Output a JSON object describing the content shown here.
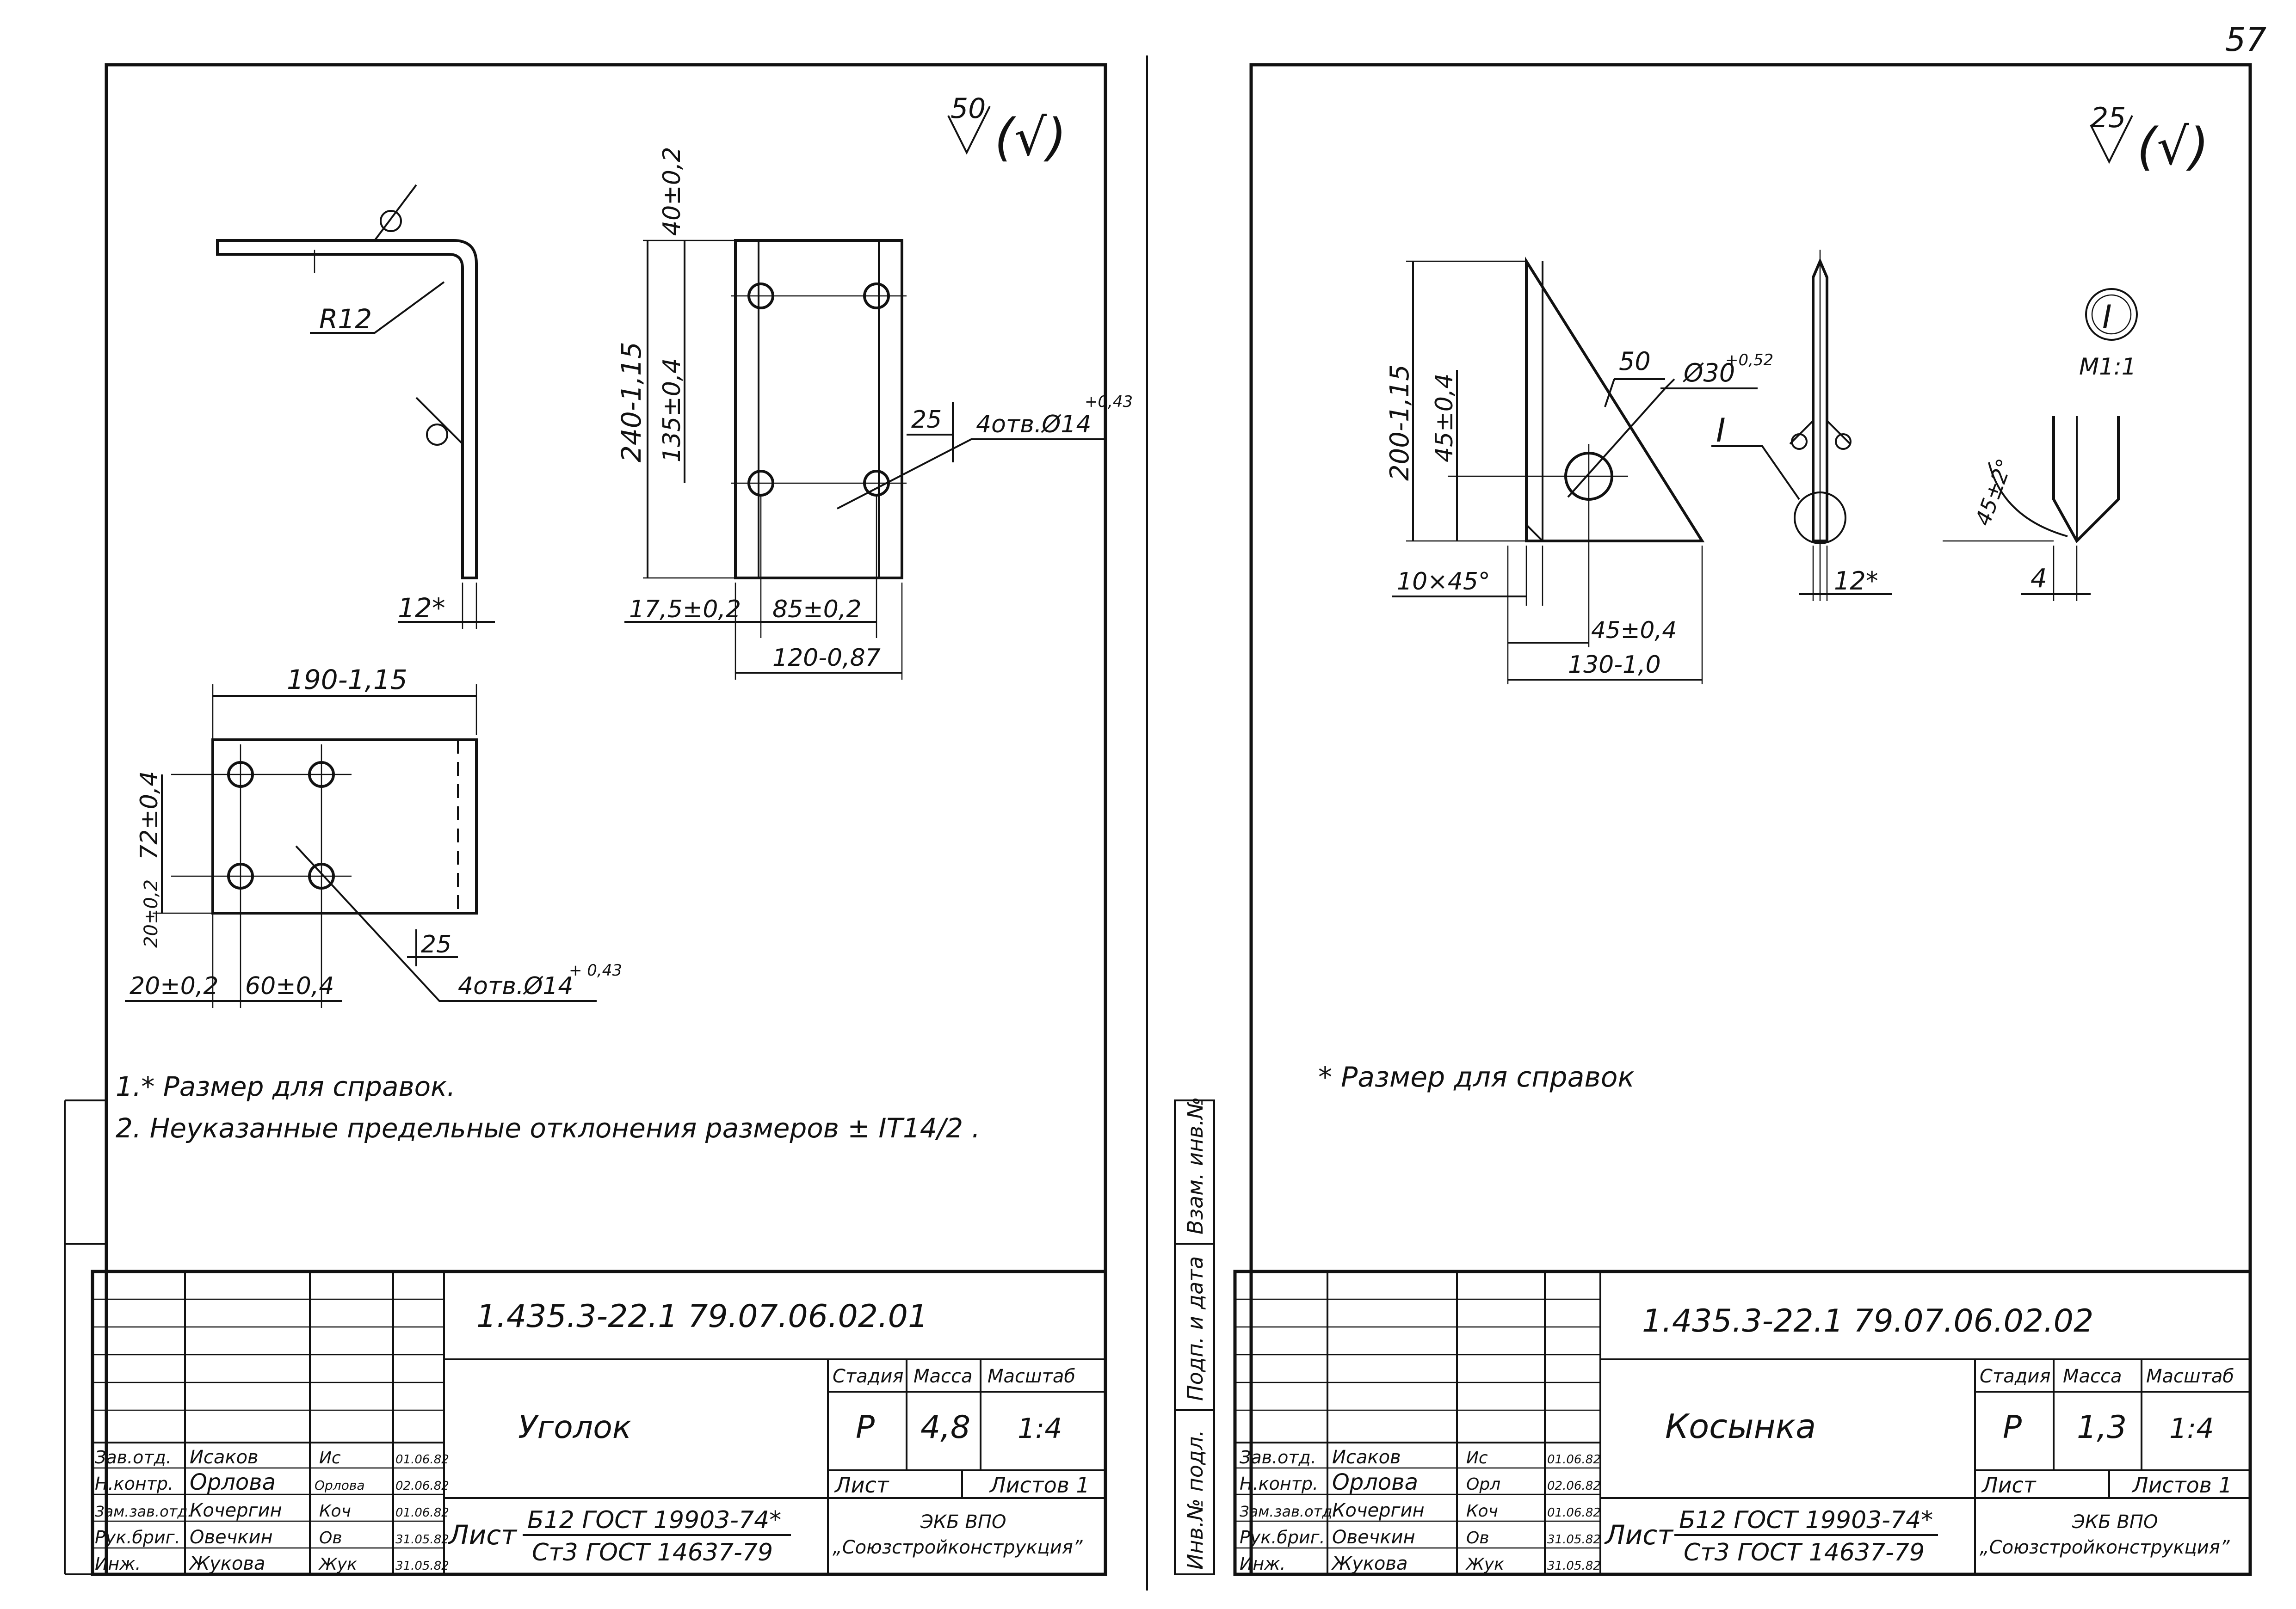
{
  "page_number": "57",
  "sheets": [
    {
      "roughness": "50",
      "roughness_symbol": "(√)",
      "dims": {
        "radius": "R12",
        "thickness": "12*",
        "height_total": "240-1,15",
        "top_offset": "40±0,2",
        "hole_pitch_v": "135±0,4",
        "left_offset": "17,5±0,2",
        "hole_pitch_h": "85±0,2",
        "width_total": "120-0,87",
        "holes_callout": "4отв.Ø14",
        "holes_tol": "+0,43",
        "weld_leg": "25",
        "length_total": "190-1,15",
        "hole_pitch_v2": "72±0,4",
        "bottom_offset": "20±0,2",
        "left_offset2": "20±0,2",
        "hole_pitch_h2": "60±0,4",
        "weld_leg2": "25",
        "holes_callout2": "4отв.Ø14",
        "holes_tol2": "+ 0,43"
      },
      "notes": [
        "1.* Размер для справок.",
        "2. Неуказанные предельные отклонения размеров ± IT14/2 ."
      ],
      "designation": "1.435.3-22.1 79.07.06.02.01",
      "part_name": "Уголок",
      "stage_label": "Стадия",
      "mass_label": "Масса",
      "scale_label": "Масштаб",
      "stage": "Р",
      "mass": "4,8",
      "scale": "1:4",
      "sheet_label": "Лист",
      "sheets_label": "Листов 1",
      "material_prefix": "Лист",
      "material_top": "Б12 ГОСТ 19903-74*",
      "material_bottom": "Ст3 ГОСТ 14637-79",
      "org_line1": "ЭКБ ВПО",
      "org_line2": "„Союзстройконструкция”",
      "signatures": [
        {
          "role": "Зав.отд.",
          "name": "Исаков",
          "sign": "Ис",
          "date": "01.06.82"
        },
        {
          "role": "Н.контр.",
          "name": "Орлова",
          "sign": "Орлова",
          "date": "02.06.82"
        },
        {
          "role": "Зам.зав.отд.",
          "name": "Кочергин",
          "sign": "Коч",
          "date": "01.06.82"
        },
        {
          "role": "Рук.бриг.",
          "name": "Овечкин",
          "sign": "Ов",
          "date": "31.05.82"
        },
        {
          "role": "Инж.",
          "name": "Жукова",
          "sign": "Жук",
          "date": "31.05.82"
        }
      ]
    },
    {
      "roughness": "25",
      "roughness_symbol": "(√)",
      "dims": {
        "height_total": "200-1,15",
        "hole_height": "45±0,4",
        "hole_dia": "Ø30",
        "hole_tol": "+0,52",
        "weld_leg": "50",
        "chamfer": "10×45°",
        "hole_offset": "45±0,4",
        "width_total": "130-1,0",
        "thickness": "12*",
        "view_ref": "I",
        "detail_ref": "I",
        "detail_scale": "М1:1",
        "bevel": "45±2°",
        "bevel_land": "4"
      },
      "notes": [
        "* Размер для справок"
      ],
      "side_label_top": "Взам. инв.№",
      "side_label_mid": "Подп. и дата",
      "side_label_bot": "Инв.№ подл.",
      "designation": "1.435.3-22.1 79.07.06.02.02",
      "part_name": "Косынка",
      "stage_label": "Стадия",
      "mass_label": "Масса",
      "scale_label": "Масштаб",
      "stage": "Р",
      "mass": "1,3",
      "scale": "1:4",
      "sheet_label": "Лист",
      "sheets_label": "Листов 1",
      "material_prefix": "Лист",
      "material_top": "Б12 ГОСТ 19903-74*",
      "material_bottom": "Ст3 ГОСТ 14637-79",
      "org_line1": "ЭКБ ВПО",
      "org_line2": "„Союзстройконструкция”",
      "signatures": [
        {
          "role": "Зав.отд.",
          "name": "Исаков",
          "sign": "Ис",
          "date": "01.06.82"
        },
        {
          "role": "Н.контр.",
          "name": "Орлова",
          "sign": "Орл",
          "date": "02.06.82"
        },
        {
          "role": "Зам.зав.отд.",
          "name": "Кочергин",
          "sign": "Коч",
          "date": "01.06.82"
        },
        {
          "role": "Рук.бриг.",
          "name": "Овечкин",
          "sign": "Ов",
          "date": "31.05.82"
        },
        {
          "role": "Инж.",
          "name": "Жукова",
          "sign": "Жук",
          "date": "31.05.82"
        }
      ]
    }
  ]
}
